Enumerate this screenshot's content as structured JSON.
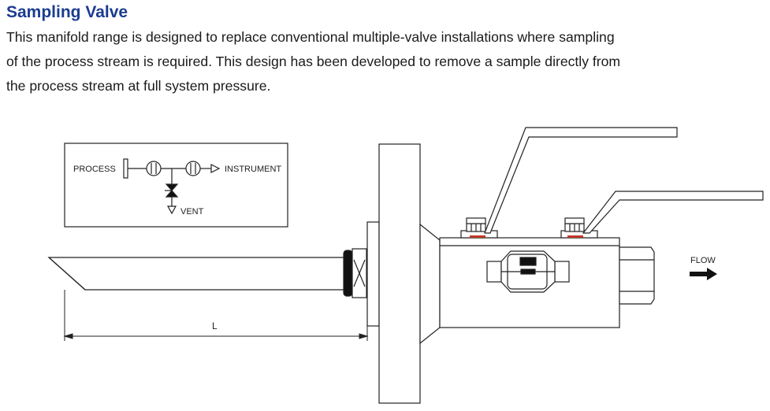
{
  "header": {
    "title": "Sampling Valve",
    "description_lines": [
      "This manifold range is designed to replace conventional multiple-valve installations where sampling",
      "of the process stream is required. This design has been developed to remove a sample directly from",
      "the process stream at full system pressure."
    ]
  },
  "schematic": {
    "process_label": "PROCESS",
    "instrument_label": "INSTRUMENT",
    "vent_label": "VENT"
  },
  "drawing": {
    "length_label": "L",
    "flow_label": "FLOW"
  },
  "colors": {
    "title": "#1b3d8f",
    "text": "#1a1a1a",
    "line": "#222222",
    "accent_red": "#c0392b"
  }
}
